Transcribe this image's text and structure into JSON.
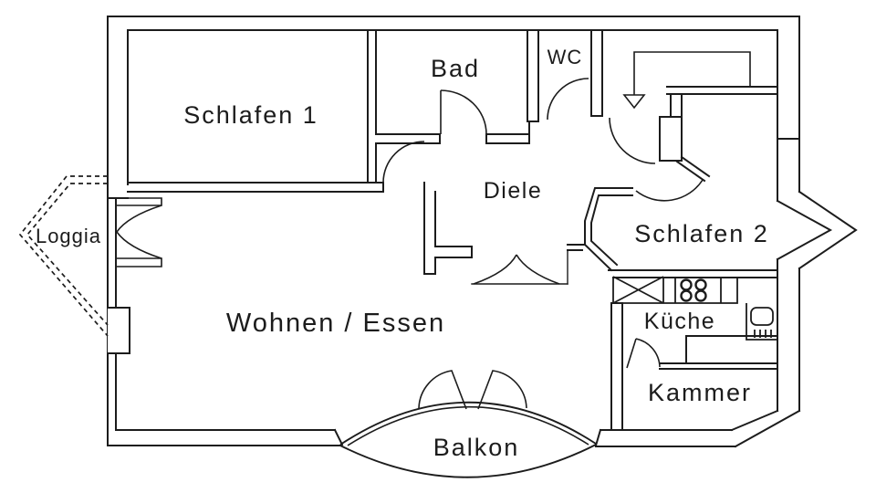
{
  "colors": {
    "line": "#1c1c1c",
    "background": "#ffffff"
  },
  "rooms": {
    "schlafen1": "Schlafen 1",
    "bad": "Bad",
    "wc": "WC",
    "diele": "Diele",
    "schlafen2": "Schlafen 2",
    "loggia": "Loggia",
    "wohnen_essen": "Wohnen / Essen",
    "kueche": "Küche",
    "kammer": "Kammer",
    "balkon": "Balkon"
  },
  "fixtures": {
    "entry_arrow": "entry-direction-arrow",
    "stove": "four-burner-cooktop",
    "sink": "kitchen-sink",
    "cabinet": "crossed-kitchen-cabinet"
  }
}
